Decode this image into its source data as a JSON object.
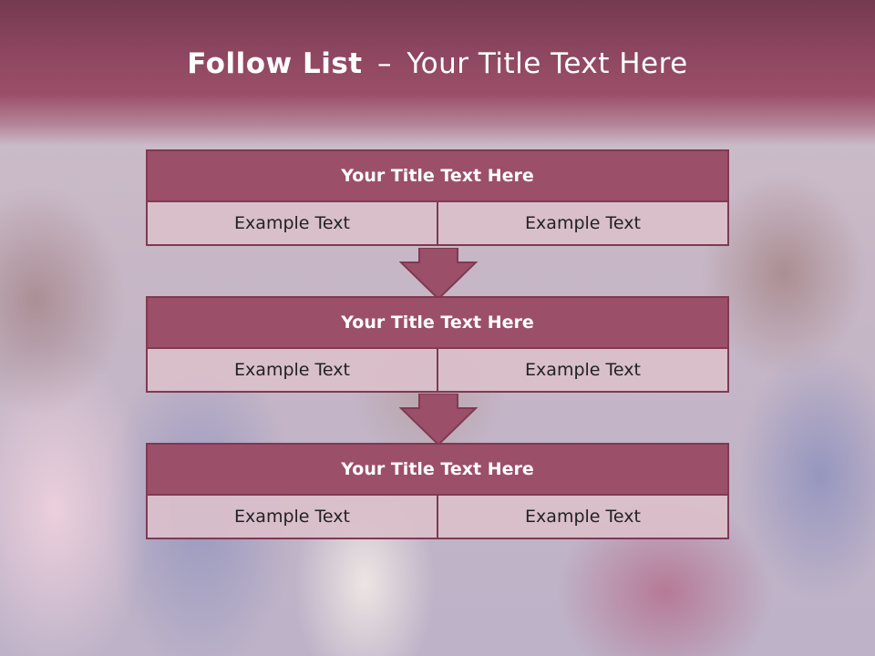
{
  "slide": {
    "title_strong": "Follow List",
    "title_dash": "–",
    "title_rest": "Your Title Text Here"
  },
  "blocks": [
    {
      "title": "Your Title Text Here",
      "left_text": "Example Text",
      "right_text": "Example Text"
    },
    {
      "title": "Your Title Text Here",
      "left_text": "Example Text",
      "right_text": "Example Text"
    },
    {
      "title": "Your Title Text Here",
      "left_text": "Example Text",
      "right_text": "Example Text"
    }
  ],
  "colors": {
    "header": "#8d465f",
    "block_title": "#9c4f68",
    "block_border": "#7f3a52",
    "block_cell": "#dac0ca"
  },
  "icons": {
    "connector": "down-arrow-icon"
  }
}
